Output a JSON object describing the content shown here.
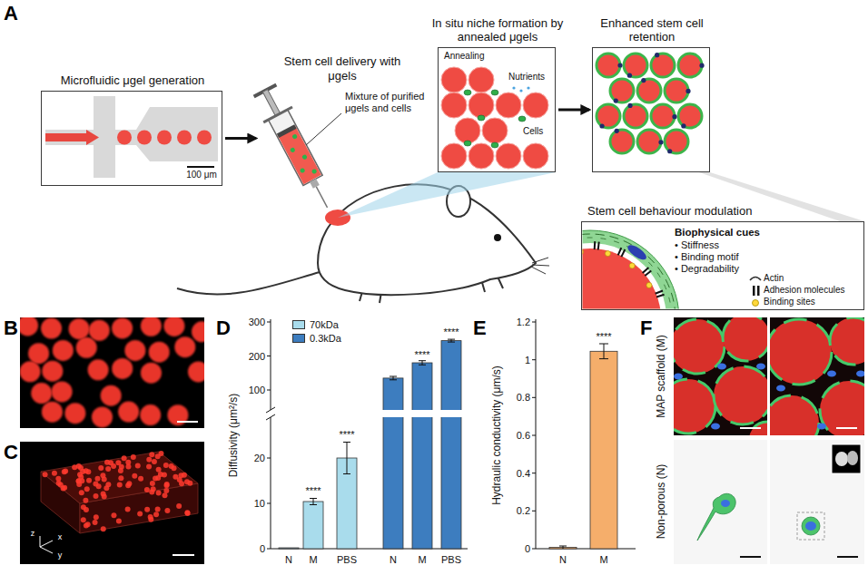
{
  "diagram": {
    "nodes": [
      {
        "text": [
          "Microfluidic μgel generation",
          "100 μm"
        ]
      },
      {
        "text": [
          "Stem cell delivery with μgels",
          "Mixture of purified μgels and cells"
        ]
      },
      {
        "text": [
          "In situ niche formation by annealed μgels",
          "Annealing",
          "Nutrients",
          "Cells"
        ]
      },
      {
        "text": [
          "Enhanced stem cell retention"
        ]
      },
      {
        "text": [
          "Stem cell behaviour modulation",
          "Biophysical cues",
          "• Stiffness",
          "• Binding motif",
          "• Degradability",
          "Actin",
          "Adhesion molecules",
          "Binding sites"
        ]
      }
    ],
    "edges": [
      {
        "from": 0,
        "to": 1,
        "arrow": "to"
      },
      {
        "from": 2,
        "to": 3,
        "arrow": "to"
      }
    ],
    "labels": [
      "A",
      "B",
      "C",
      "D",
      "E",
      "F",
      "x",
      "y",
      "z",
      "Diffusivity (μm²/s)",
      "300",
      "200",
      "100",
      "20",
      "10",
      "0",
      "****",
      "****",
      "****",
      "****",
      "N",
      "M",
      "PBS",
      "N",
      "M",
      "PBS",
      "Hydraulic conductivity (μm/s)",
      "1.2",
      "1",
      "0.8",
      "0.6",
      "0.4",
      "0.2",
      "0",
      "****",
      "N",
      "M",
      "MAP scaffold (M)",
      "Non-porous (N)"
    ],
    "legend": [
      {
        "text": "70kDa",
        "color": "#a9dcec"
      },
      {
        "text": "0.3kDa",
        "color": "#3d7dbf"
      }
    ]
  }
}
